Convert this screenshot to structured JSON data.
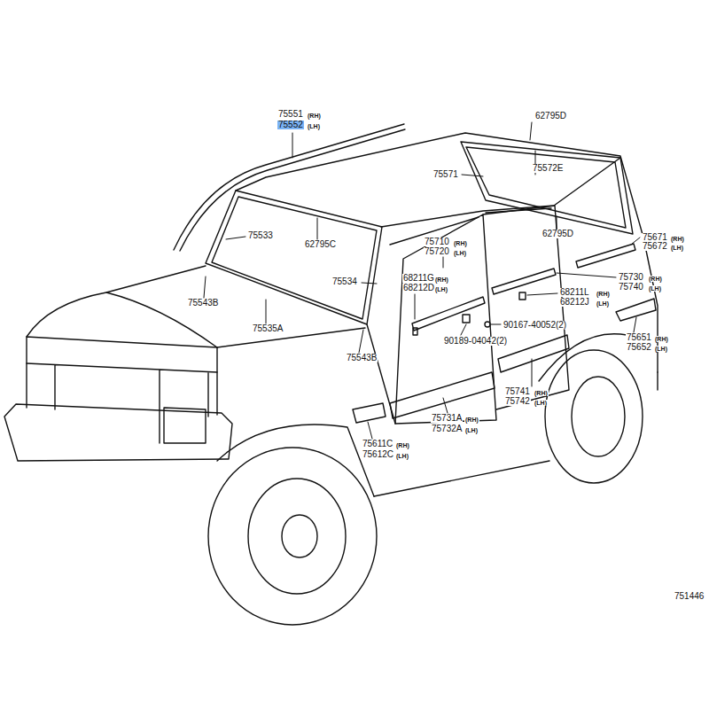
{
  "diagram": {
    "labels": [
      "75551",
      "(RH)",
      "75552",
      "(LH)",
      "62795D",
      "75572E",
      "75571",
      "75533",
      "62795C",
      "62795D",
      "75671",
      "(RH)",
      "75672",
      "(LH)",
      "75710",
      "(RH)",
      "75720",
      "(LH)",
      "68211G",
      "(RH)",
      "68212D",
      "(LH)",
      "75534",
      "75730",
      "(RH)",
      "75740",
      "(LH)",
      "68211L",
      "(RH)",
      "68212J",
      "(LH)",
      "75543B",
      "75535A",
      "90167-40052(2)",
      "90189-04042(2)",
      "75651",
      "(RH)",
      "75652",
      "(LH)",
      "75543B",
      "75741",
      "(RH)",
      "75742",
      "(LH)",
      "75731A",
      "(RH)",
      "75732A",
      "(LH)",
      "75611C",
      "(RH)",
      "75612C",
      "(LH)",
      "751446"
    ]
  }
}
